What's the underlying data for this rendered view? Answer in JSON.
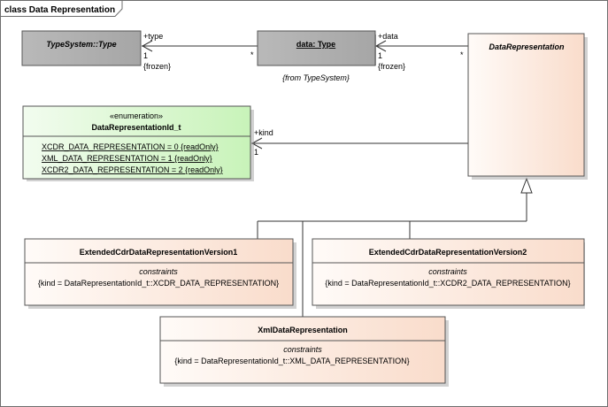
{
  "diagram": {
    "frame_label": "class Data Representation",
    "classes": {
      "typesystem_type": {
        "name": "TypeSystem::Type"
      },
      "data_type": {
        "name": "data: Type",
        "note": "{from TypeSystem}"
      },
      "data_representation": {
        "name": "DataRepresentation"
      },
      "enumeration": {
        "stereotype": "«enumeration»",
        "name": "DataRepresentationId_t",
        "literals": [
          "XCDR_DATA_REPRESENTATION = 0 {readOnly}",
          "XML_DATA_REPRESENTATION = 1 {readOnly}",
          "XCDR2_DATA_REPRESENTATION = 2 {readOnly}"
        ]
      },
      "ext_v1": {
        "name": "ExtendedCdrDataRepresentationVersion1",
        "section": "constraints",
        "constraint": "{kind = DataRepresentationId_t::XCDR_DATA_REPRESENTATION}"
      },
      "ext_v2": {
        "name": "ExtendedCdrDataRepresentationVersion2",
        "section": "constraints",
        "constraint": "{kind = DataRepresentationId_t::XCDR2_DATA_REPRESENTATION}"
      },
      "xml": {
        "name": "XmlDataRepresentation",
        "section": "constraints",
        "constraint": "{kind = DataRepresentationId_t::XML_DATA_REPRESENTATION}"
      }
    },
    "associations": {
      "type_assoc": {
        "role": "+type",
        "multiplicity": "1",
        "property": "{frozen}",
        "source_mult": "*"
      },
      "data_assoc": {
        "role": "+data",
        "multiplicity": "1",
        "property": "{frozen}",
        "source_mult": "*"
      },
      "kind_assoc": {
        "role": "+kind",
        "multiplicity": "1"
      }
    }
  }
}
